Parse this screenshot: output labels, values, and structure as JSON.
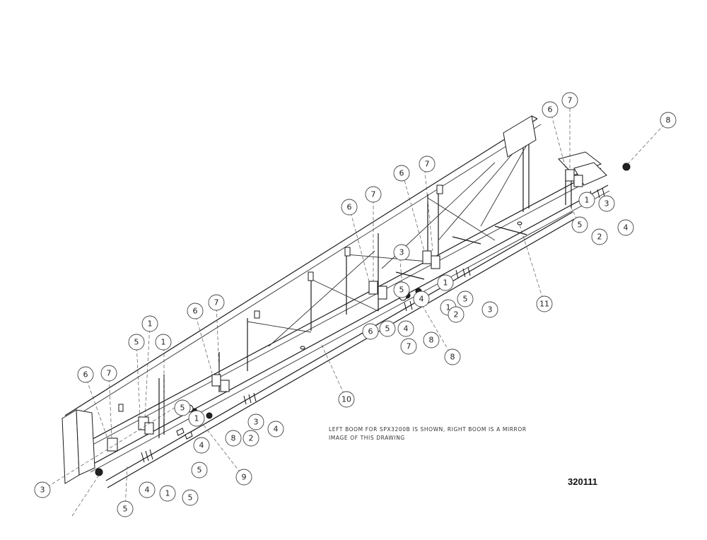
{
  "note": {
    "line1": "LEFT BOOM FOR SPX3200B IS SHOWN, RIGHT BOOM IS A MIRROR",
    "line2": "IMAGE OF THIS DRAWING"
  },
  "drawing_id": "320111",
  "callouts": [
    {
      "label": "8"
    },
    {
      "label": "7"
    },
    {
      "label": "6"
    },
    {
      "label": "1"
    },
    {
      "label": "5"
    },
    {
      "label": "2"
    },
    {
      "label": "3"
    },
    {
      "label": "4"
    },
    {
      "label": "11"
    },
    {
      "label": "6"
    },
    {
      "label": "7"
    },
    {
      "label": "6"
    },
    {
      "label": "7"
    },
    {
      "label": "3"
    },
    {
      "label": "5"
    },
    {
      "label": "4"
    },
    {
      "label": "1"
    },
    {
      "label": "1"
    },
    {
      "label": "5"
    },
    {
      "label": "3"
    },
    {
      "label": "5"
    },
    {
      "label": "4"
    },
    {
      "label": "8"
    },
    {
      "label": "6"
    },
    {
      "label": "7"
    },
    {
      "label": "2"
    },
    {
      "label": "10"
    },
    {
      "label": "6"
    },
    {
      "label": "7"
    },
    {
      "label": "4"
    },
    {
      "label": "8"
    },
    {
      "label": "2"
    },
    {
      "label": "3"
    },
    {
      "label": "4"
    },
    {
      "label": "1"
    },
    {
      "label": "8"
    },
    {
      "label": "5"
    },
    {
      "label": "9"
    },
    {
      "label": "5"
    },
    {
      "label": "6"
    },
    {
      "label": "7"
    },
    {
      "label": "1"
    },
    {
      "label": "1"
    },
    {
      "label": "5"
    },
    {
      "label": "3"
    },
    {
      "label": "4"
    },
    {
      "label": "1"
    },
    {
      "label": "5"
    },
    {
      "label": "5"
    }
  ]
}
